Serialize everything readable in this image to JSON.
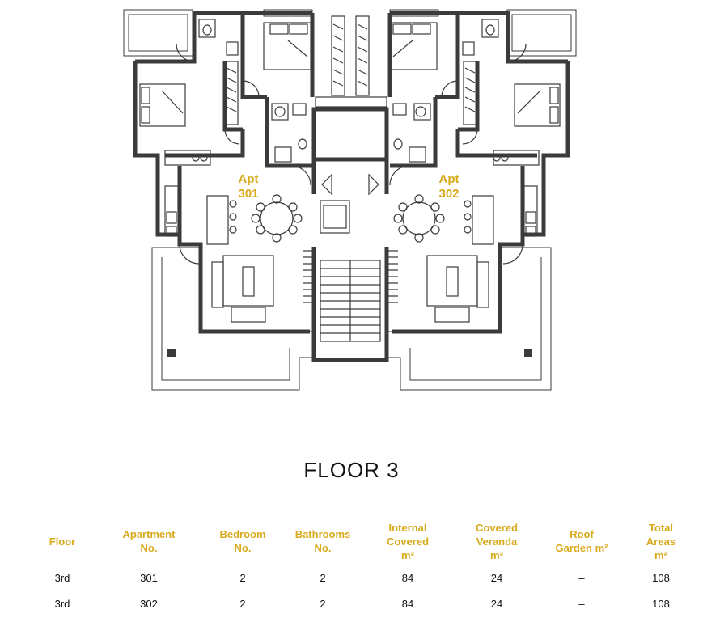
{
  "plan": {
    "apartments": [
      {
        "label_line1": "Apt",
        "label_line2": "301"
      },
      {
        "label_line1": "Apt",
        "label_line2": "302"
      }
    ],
    "accent_color": "#d9aa1b",
    "wall_color": "#3b3b3b"
  },
  "title": "FLOOR 3",
  "table": {
    "headers": [
      {
        "line1": "Floor",
        "line2": "",
        "line3": ""
      },
      {
        "line1": "Apartment",
        "line2": "No.",
        "line3": ""
      },
      {
        "line1": "Bedroom",
        "line2": "No.",
        "line3": ""
      },
      {
        "line1": "Bathrooms",
        "line2": "No.",
        "line3": ""
      },
      {
        "line1": "Internal",
        "line2": "Covered",
        "line3": "m²"
      },
      {
        "line1": "Covered",
        "line2": "Veranda",
        "line3": "m²"
      },
      {
        "line1": "Roof",
        "line2": "Garden m²",
        "line3": ""
      },
      {
        "line1": "Total",
        "line2": "Areas",
        "line3": "m²"
      }
    ],
    "rows": [
      [
        "3rd",
        "301",
        "2",
        "2",
        "84",
        "24",
        "–",
        "108"
      ],
      [
        "3rd",
        "302",
        "2",
        "2",
        "84",
        "24",
        "–",
        "108"
      ]
    ]
  }
}
